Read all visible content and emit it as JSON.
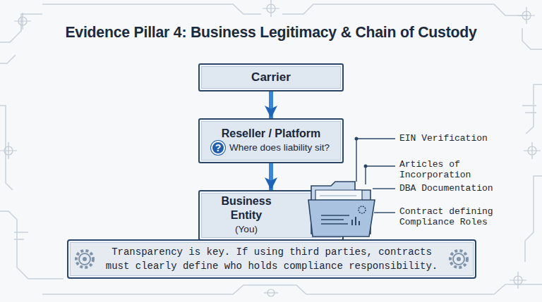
{
  "diagram": {
    "title": "Evidence Pillar 4: Business Legitimacy & Chain of Custody",
    "nodes": [
      {
        "text": [
          "Carrier"
        ]
      },
      {
        "text": [
          "Reseller / Platform",
          "Where does liability sit?"
        ]
      },
      {
        "text": [
          "?"
        ],
        "in": 1
      },
      {
        "text": [
          "Business Entity",
          "(You)"
        ]
      },
      {
        "text": [
          "Transparency is key. If using third parties, contracts must clearly define who holds compliance responsibility."
        ]
      }
    ],
    "edges": [
      {
        "from": 0,
        "to": 1,
        "arrow": "to"
      },
      {
        "from": 1,
        "to": 3,
        "arrow": "to"
      }
    ],
    "labels": [
      "EIN Verification",
      "Articles of Incorporation",
      "DBA Documentation",
      "Contract defining Compliance Roles"
    ]
  }
}
